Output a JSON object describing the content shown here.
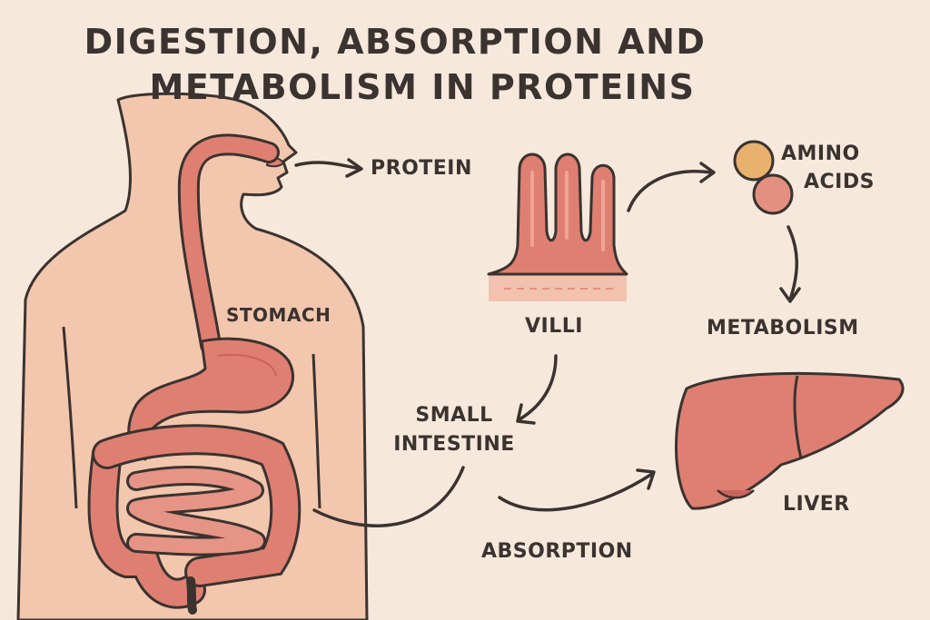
{
  "title": {
    "line1": "DIGESTION, ABSORPTION AND",
    "line2": "METABOLISM IN PROTEINS"
  },
  "labels": {
    "protein": "PROTEIN",
    "amino_line1": "AMINO",
    "amino_line2": "ACIDS",
    "stomach": "STOMACH",
    "villi": "VILLI",
    "metabolism": "METABOLISM",
    "small_line1": "SMALL",
    "small_line2": "INTESTINE",
    "liver": "LIVER",
    "absorption": "ABSORPTION"
  },
  "colors": {
    "background": "#f6e9dc",
    "skin": "#f3c7ad",
    "organ": "#df7f72",
    "organ_dark": "#c9645a",
    "amino_a": "#e8b26e",
    "amino_b": "#e49080",
    "outline": "#3a3330"
  }
}
